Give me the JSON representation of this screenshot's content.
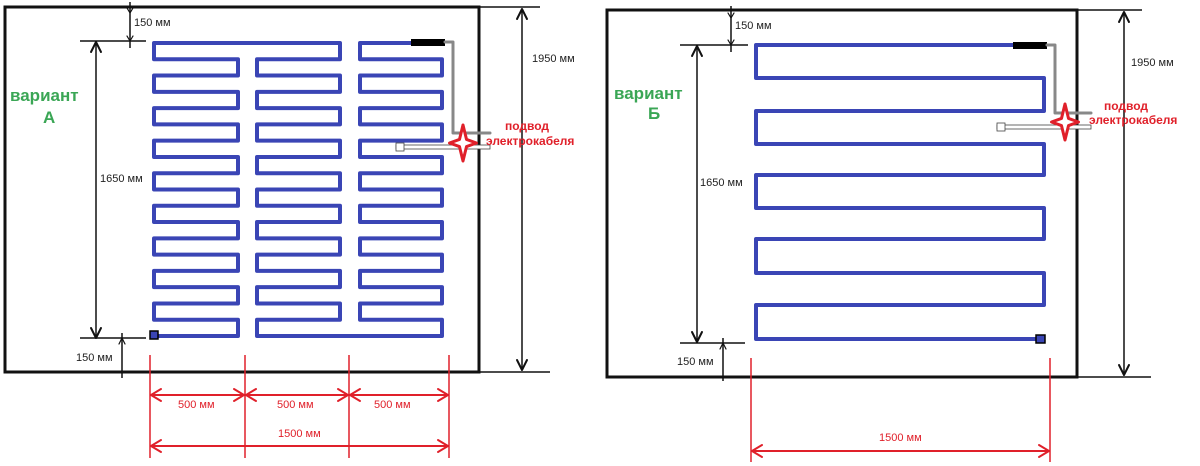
{
  "colors": {
    "cable": "#3a45b5",
    "dimension": "#e0202a",
    "label": "#3aa655",
    "lead": "#888888",
    "frame": "#111111"
  },
  "variant_a": {
    "title": "вариант",
    "letter": "А",
    "dim_top": "150 мм",
    "dim_inner_height": "1650 мм",
    "dim_bottom": "150 мм",
    "dim_total_height": "1950 мм",
    "dim_section_1": "500 мм",
    "dim_section_2": "500 мм",
    "dim_section_3": "500 мм",
    "dim_total_width": "1500 мм",
    "feed_label_1": "подвод",
    "feed_label_2": "электрокабеля"
  },
  "variant_b": {
    "title": "вариант",
    "letter": "Б",
    "dim_top": "150 мм",
    "dim_inner_height": "1650 мм",
    "dim_bottom": "150 мм",
    "dim_total_height": "1950 мм",
    "dim_total_width": "1500 мм",
    "feed_label_1": "подвод",
    "feed_label_2": "электрокабеля"
  }
}
